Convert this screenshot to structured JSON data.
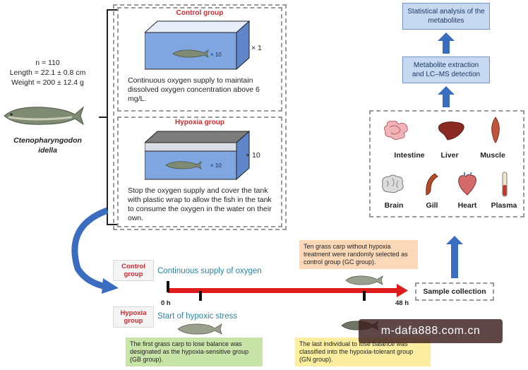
{
  "specimen": {
    "n": "n = 110",
    "length": "Length = 22.1 ± 0.8 cm",
    "weight": "Weight = 200 ± 12.4 g",
    "species_line1": "Ctenopharyngodon",
    "species_line2": "idella"
  },
  "control_panel": {
    "title": "Control group",
    "multiplier": "× 1",
    "fish_count": "× 10",
    "description": "Continuous oxygen supply to maintain dissolved oxygen concentration above 6 mg/L."
  },
  "hypoxia_panel": {
    "title": "Hypoxia group",
    "multiplier": "× 10",
    "fish_count": "× 10",
    "description": "Stop the oxygen supply and cover the tank with plastic wrap to allow the fish in the tank to consume the oxygen in the water on their own."
  },
  "pipeline": {
    "statistical": "Statistical analysis of the metabolites",
    "extraction": "Metabolite extraction and LC–MS detection",
    "sample_collection": "Sample collection"
  },
  "organs": [
    "Intestine",
    "Liver",
    "Muscle",
    "Brain",
    "Gill",
    "Heart",
    "Plasma"
  ],
  "timeline": {
    "control_tag": "Control group",
    "control_text": "Continuous supply of oxygen",
    "hypoxia_tag": "Hypoxia group",
    "hypoxia_text": "Start of hypoxic stress",
    "start": "0 h",
    "end": "48 h",
    "note_gc": "Ten grass carp without hypoxia treatment were randomly selected as control group (GC group).",
    "note_gb": "The first grass carp to lose balance was designated as the hypoxia-sensitive group (GB group).",
    "note_gn": "The last individual to lose balance was classified into the hypoxia-tolerant group (GN group)."
  },
  "watermark": "m-dafa888.com.cn",
  "colors": {
    "red": "#d6262d",
    "blue_arrow": "#3a6cc0",
    "tank_water": "#7fa6e0",
    "note_orange": "#fbd9b8",
    "note_green": "#c8e4a8",
    "note_yellow": "#fbeea0"
  }
}
